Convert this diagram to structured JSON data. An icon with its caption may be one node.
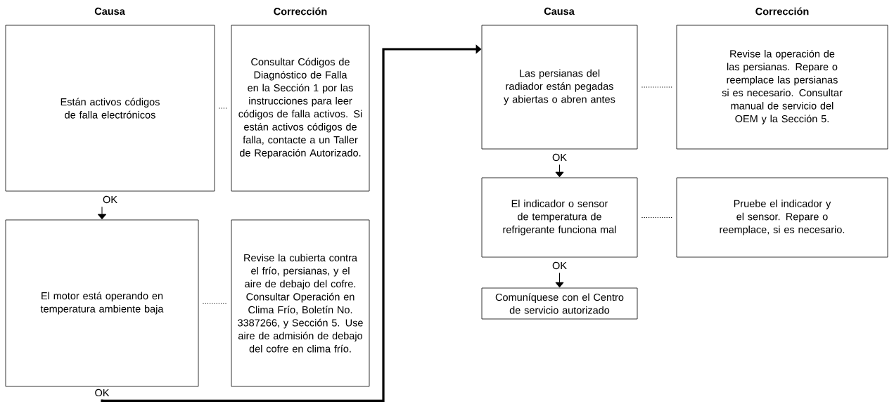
{
  "diagram": {
    "nodes": [
      {
        "text": [
          "Están activos códigos de falla electrónicos"
        ]
      },
      {
        "text": [
          "Consultar Códigos de Diagnóstico de Falla en la Sección 1 por las instrucciones para leer códigos de falla activos. Si están activos códigos de falla, contacte a un Taller de Reparación Autorizado."
        ]
      },
      {
        "text": [
          "El motor está operando en temperatura ambiente baja"
        ]
      },
      {
        "text": [
          "Revise la cubierta contra el frío, persianas, y el aire de debajo del cofre. Consultar Operación en Clima Frío, Boletín No. 3387266, y Sección 5. Use aire de admisión de debajo del cofre en clima frío."
        ]
      },
      {
        "text": [
          "Las persianas del radiador están pegadas y abiertas o abren antes"
        ]
      },
      {
        "text": [
          "Revise la operación de las persianas. Repare o reemplace las persianas si es necesario. Consultar manual de servicio del OEM y la Sección 5."
        ]
      },
      {
        "text": [
          "El indicador o sensor de temperatura de refrigerante funciona mal"
        ]
      },
      {
        "text": [
          "Pruebe el indicador y el sensor. Repare o reemplace, si es necesario."
        ]
      },
      {
        "text": [
          "Comuníquese con el Centro de servicio autorizado"
        ]
      }
    ],
    "edges": [
      {
        "from": 0,
        "to": 1,
        "arrow": "none",
        "style": "dashed"
      },
      {
        "from": 0,
        "to": 2,
        "arrow": "to",
        "label": "OK"
      },
      {
        "from": 2,
        "to": 3,
        "arrow": "none",
        "style": "dashed"
      },
      {
        "from": 2,
        "to": 4,
        "arrow": "to",
        "label": "OK",
        "style": "thick"
      },
      {
        "from": 4,
        "to": 5,
        "arrow": "none",
        "style": "dashed"
      },
      {
        "from": 4,
        "to": 6,
        "arrow": "to",
        "label": "OK"
      },
      {
        "from": 6,
        "to": 7,
        "arrow": "none",
        "style": "dashed"
      },
      {
        "from": 6,
        "to": 8,
        "arrow": "to",
        "label": "OK"
      }
    ],
    "labels": [
      "Causa",
      "Corrección",
      "Causa",
      "Corrección"
    ]
  }
}
